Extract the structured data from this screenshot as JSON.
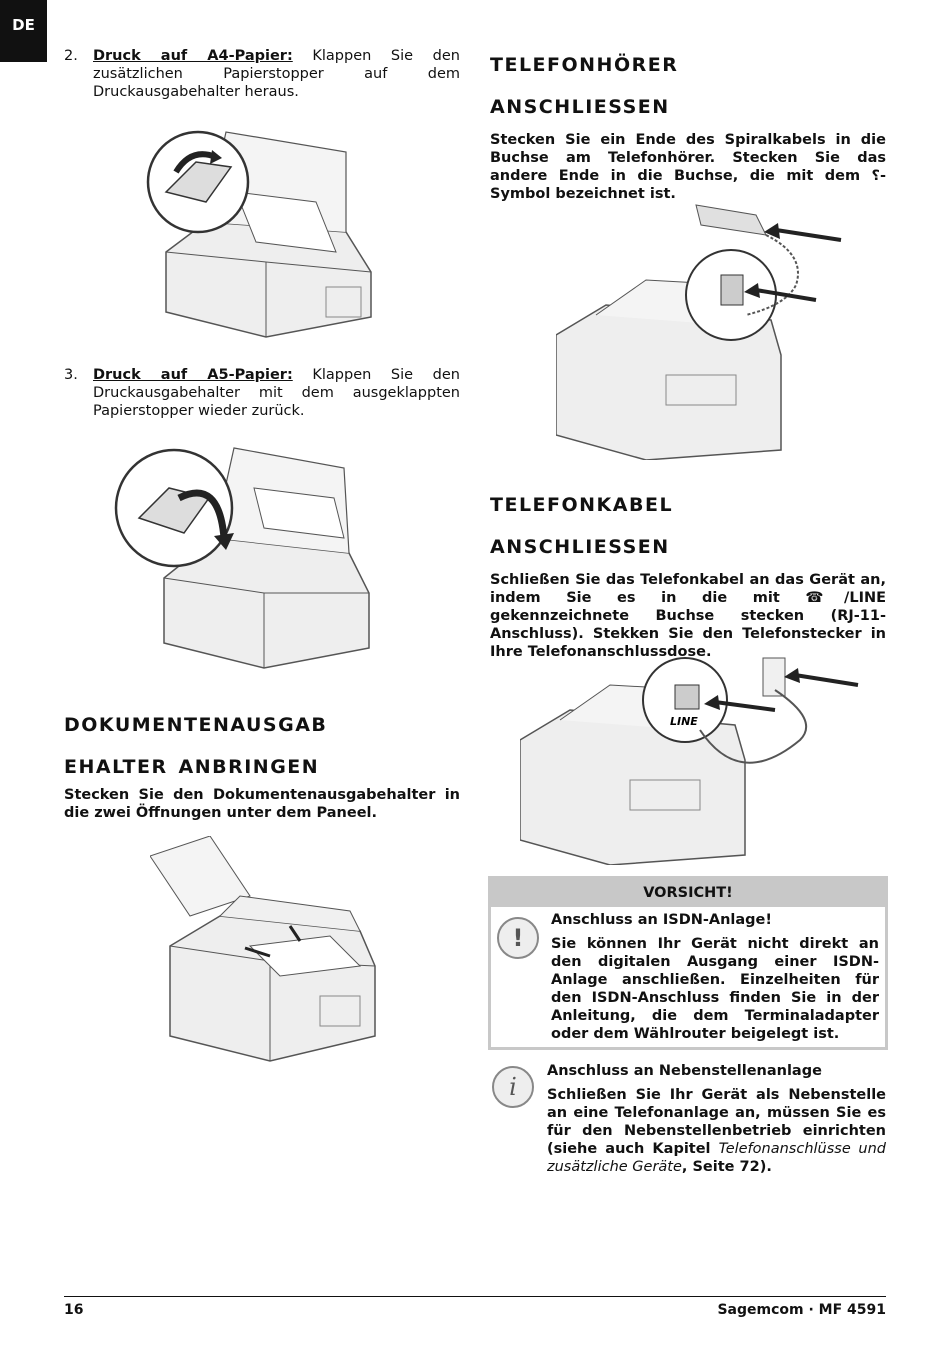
{
  "lang_tab": "DE",
  "left": {
    "step2": {
      "num": "2.",
      "lead": "Druck auf A4-Papier:",
      "text": " Klappen Sie den zusätzlichen Papierstopper auf dem Druckausgabehalter heraus."
    },
    "step3": {
      "num": "3.",
      "lead": "Druck auf A5-Papier:",
      "text": " Klappen Sie den Druckausgabehalter mit dem ausgeklappten Papierstopper wieder zurück."
    },
    "section_heading_line1": "Dokumentenausgab",
    "section_heading_line2": "ehalter anbringen",
    "section_text": "Stecken Sie den Dokumentenausgabehalter in die zwei Öffnungen unter dem Paneel."
  },
  "right": {
    "heading1_line1": "Telefonhörer",
    "heading1_line2": "anschliessen",
    "text1_part1": "Stecken Sie ein Ende des Spiralkabels in die Buchse am Telefonhörer. Stecken Sie das andere Ende in die Buchse, die mit dem ",
    "text1_part2": "-Symbol bezeichnet ist.",
    "heading2_line1": "Telefonkabel",
    "heading2_line2": "anschliessen",
    "text2_part1": "Schließen Sie das Telefonkabel an das Gerät an, indem Sie es in die mit ",
    "text2_line_label": "/LINE",
    "text2_part2": " gekennzeichnete Buchse stecken (RJ-11-Anschluss). Stekken Sie den Telefonstecker in Ihre Telefonanschlussdose.",
    "fig2_line_label": "LINE"
  },
  "caution": {
    "header": "VORSICHT!",
    "title": "Anschluss an ISDN-Anlage!",
    "text": "Sie können Ihr Gerät nicht direkt an den digitalen Ausgang einer ISDN-Anlage anschließen. Einzelheiten für den ISDN-Anschluss finden Sie in der Anleitung, die dem Terminaladapter oder dem Wählrouter beigelegt ist."
  },
  "note": {
    "title": "Anschluss an Nebenstellenanlage",
    "text_part1": "Schließen Sie Ihr Gerät als Nebenstelle an eine Telefonanlage an, müssen Sie es für den Nebenstellenbetrieb einrichten (siehe auch Kapitel ",
    "text_italic": "Telefonanschlüsse und zusätzliche Geräte",
    "text_part2": ", Seite 72)."
  },
  "footer": {
    "page": "16",
    "product": "Sagemcom · MF 4591"
  }
}
